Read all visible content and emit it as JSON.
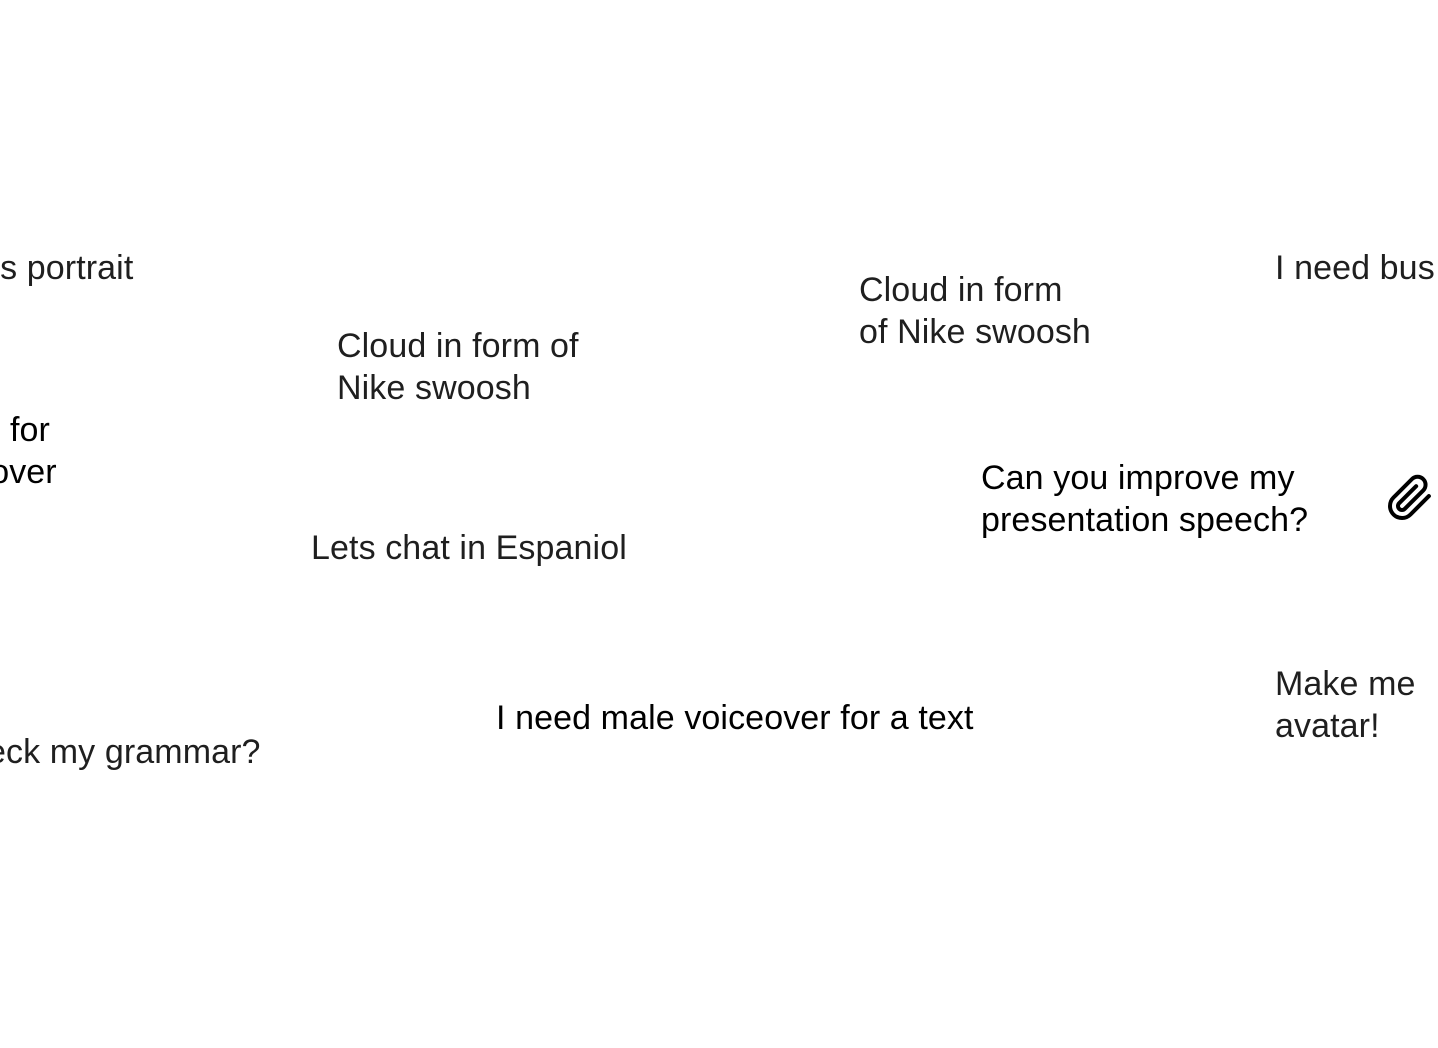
{
  "prompt_suggestions": {
    "portrait": {
      "lines": [
        "ess portrait"
      ]
    },
    "cloud_1": {
      "lines": [
        "Cloud in form of",
        "Nike swoosh"
      ]
    },
    "cloud_2": {
      "lines": [
        "Cloud in form",
        "of Nike swoosh"
      ]
    },
    "business": {
      "lines": [
        "I need bus"
      ]
    },
    "cover": {
      "lines": [
        "for",
        "t cover"
      ]
    },
    "espaniol": {
      "lines": [
        "Lets chat in Espaniol"
      ]
    },
    "speech": {
      "lines": [
        "Can you improve my",
        "presentation speech?"
      ]
    },
    "grammar": {
      "lines": [
        "heck my grammar?"
      ]
    },
    "voiceover": {
      "lines": [
        "I need male voiceover for a text"
      ]
    },
    "avatar": {
      "lines": [
        "Make me",
        "avatar!"
      ]
    }
  },
  "icons": {
    "attachment": "paperclip-icon"
  },
  "colors": {
    "background": "#ffffff",
    "text_primary": "#1f1f1f",
    "text_dark": "#000000"
  }
}
